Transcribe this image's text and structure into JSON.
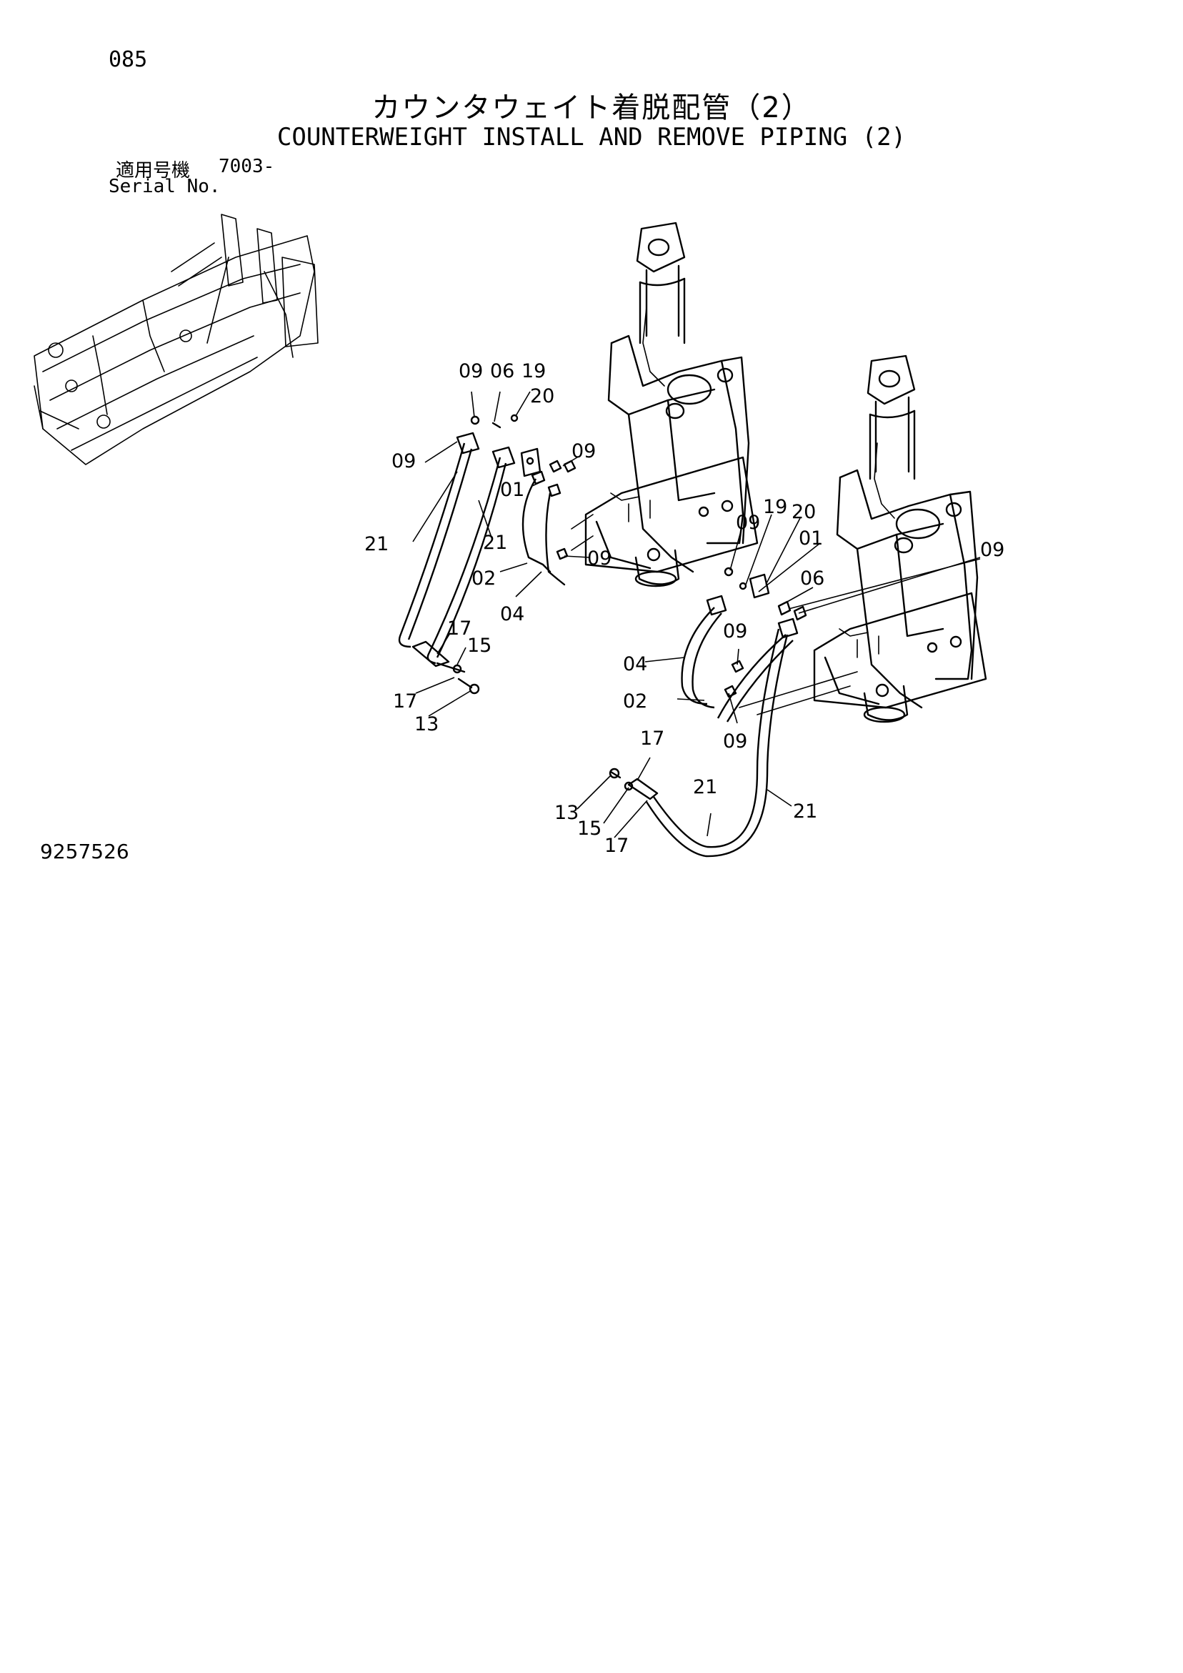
{
  "header": {
    "page_number": "085",
    "title_jp": "カウンタウェイト着脱配管（2）",
    "title_en": "COUNTERWEIGHT INSTALL AND REMOVE PIPING (2)",
    "serial_label_jp": "適用号機",
    "serial_range": "7003-",
    "serial_label_en": "Serial No."
  },
  "footer": {
    "drawing_number": "9257526"
  },
  "callouts": [
    {
      "text": "09"
    },
    {
      "text": "06"
    },
    {
      "text": "19"
    },
    {
      "text": "20"
    },
    {
      "text": "09"
    },
    {
      "text": "09"
    },
    {
      "text": "01"
    },
    {
      "text": "21"
    },
    {
      "text": "21"
    },
    {
      "text": "02"
    },
    {
      "text": "09"
    },
    {
      "text": "04"
    },
    {
      "text": "17"
    },
    {
      "text": "15"
    },
    {
      "text": "17"
    },
    {
      "text": "13"
    },
    {
      "text": "09"
    },
    {
      "text": "19"
    },
    {
      "text": "20"
    },
    {
      "text": "01"
    },
    {
      "text": "09"
    },
    {
      "text": "06"
    },
    {
      "text": "09"
    },
    {
      "text": "04"
    },
    {
      "text": "02"
    },
    {
      "text": "09"
    },
    {
      "text": "17"
    },
    {
      "text": "21"
    },
    {
      "text": "13"
    },
    {
      "text": "15"
    },
    {
      "text": "21"
    },
    {
      "text": "17"
    }
  ]
}
